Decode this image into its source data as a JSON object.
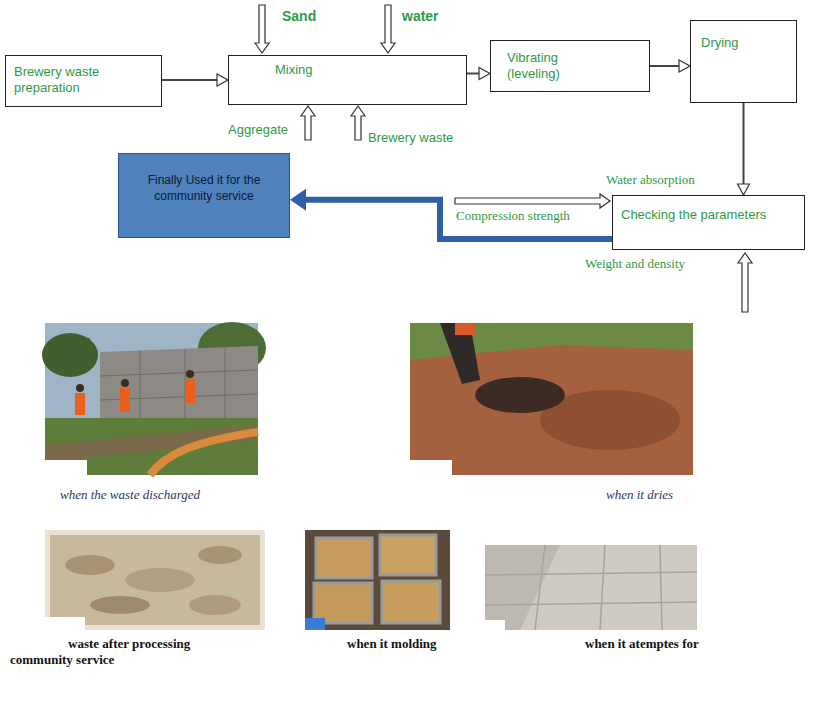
{
  "diagram": {
    "nodes": [
      {
        "text": [
          "Brewery waste preparation"
        ]
      },
      {
        "text": [
          "Mixing"
        ]
      },
      {
        "text": [
          "Vibrating (leveling)"
        ]
      },
      {
        "text": [
          "Drying"
        ]
      },
      {
        "text": [
          "Finally Used it for the community service"
        ]
      },
      {
        "text": [
          "Checking the parameters"
        ]
      }
    ],
    "edges": [
      {
        "from": 0,
        "to": 1,
        "arrow": "to"
      },
      {
        "from": 1,
        "to": 2,
        "arrow": "to"
      },
      {
        "from": 2,
        "to": 3,
        "arrow": "to"
      },
      {
        "from": 3,
        "to": 5,
        "arrow": "to"
      },
      {
        "from": 5,
        "to": 4,
        "arrow": "to"
      }
    ],
    "labels": [
      "Sand",
      "water",
      "Aggregate",
      "Brewery waste",
      "Water absorption",
      "Compression strength",
      "Weight and density",
      "when the waste discharged",
      "when it dries",
      "waste after processing",
      "when it molding",
      "when it atemptes for community service"
    ]
  }
}
